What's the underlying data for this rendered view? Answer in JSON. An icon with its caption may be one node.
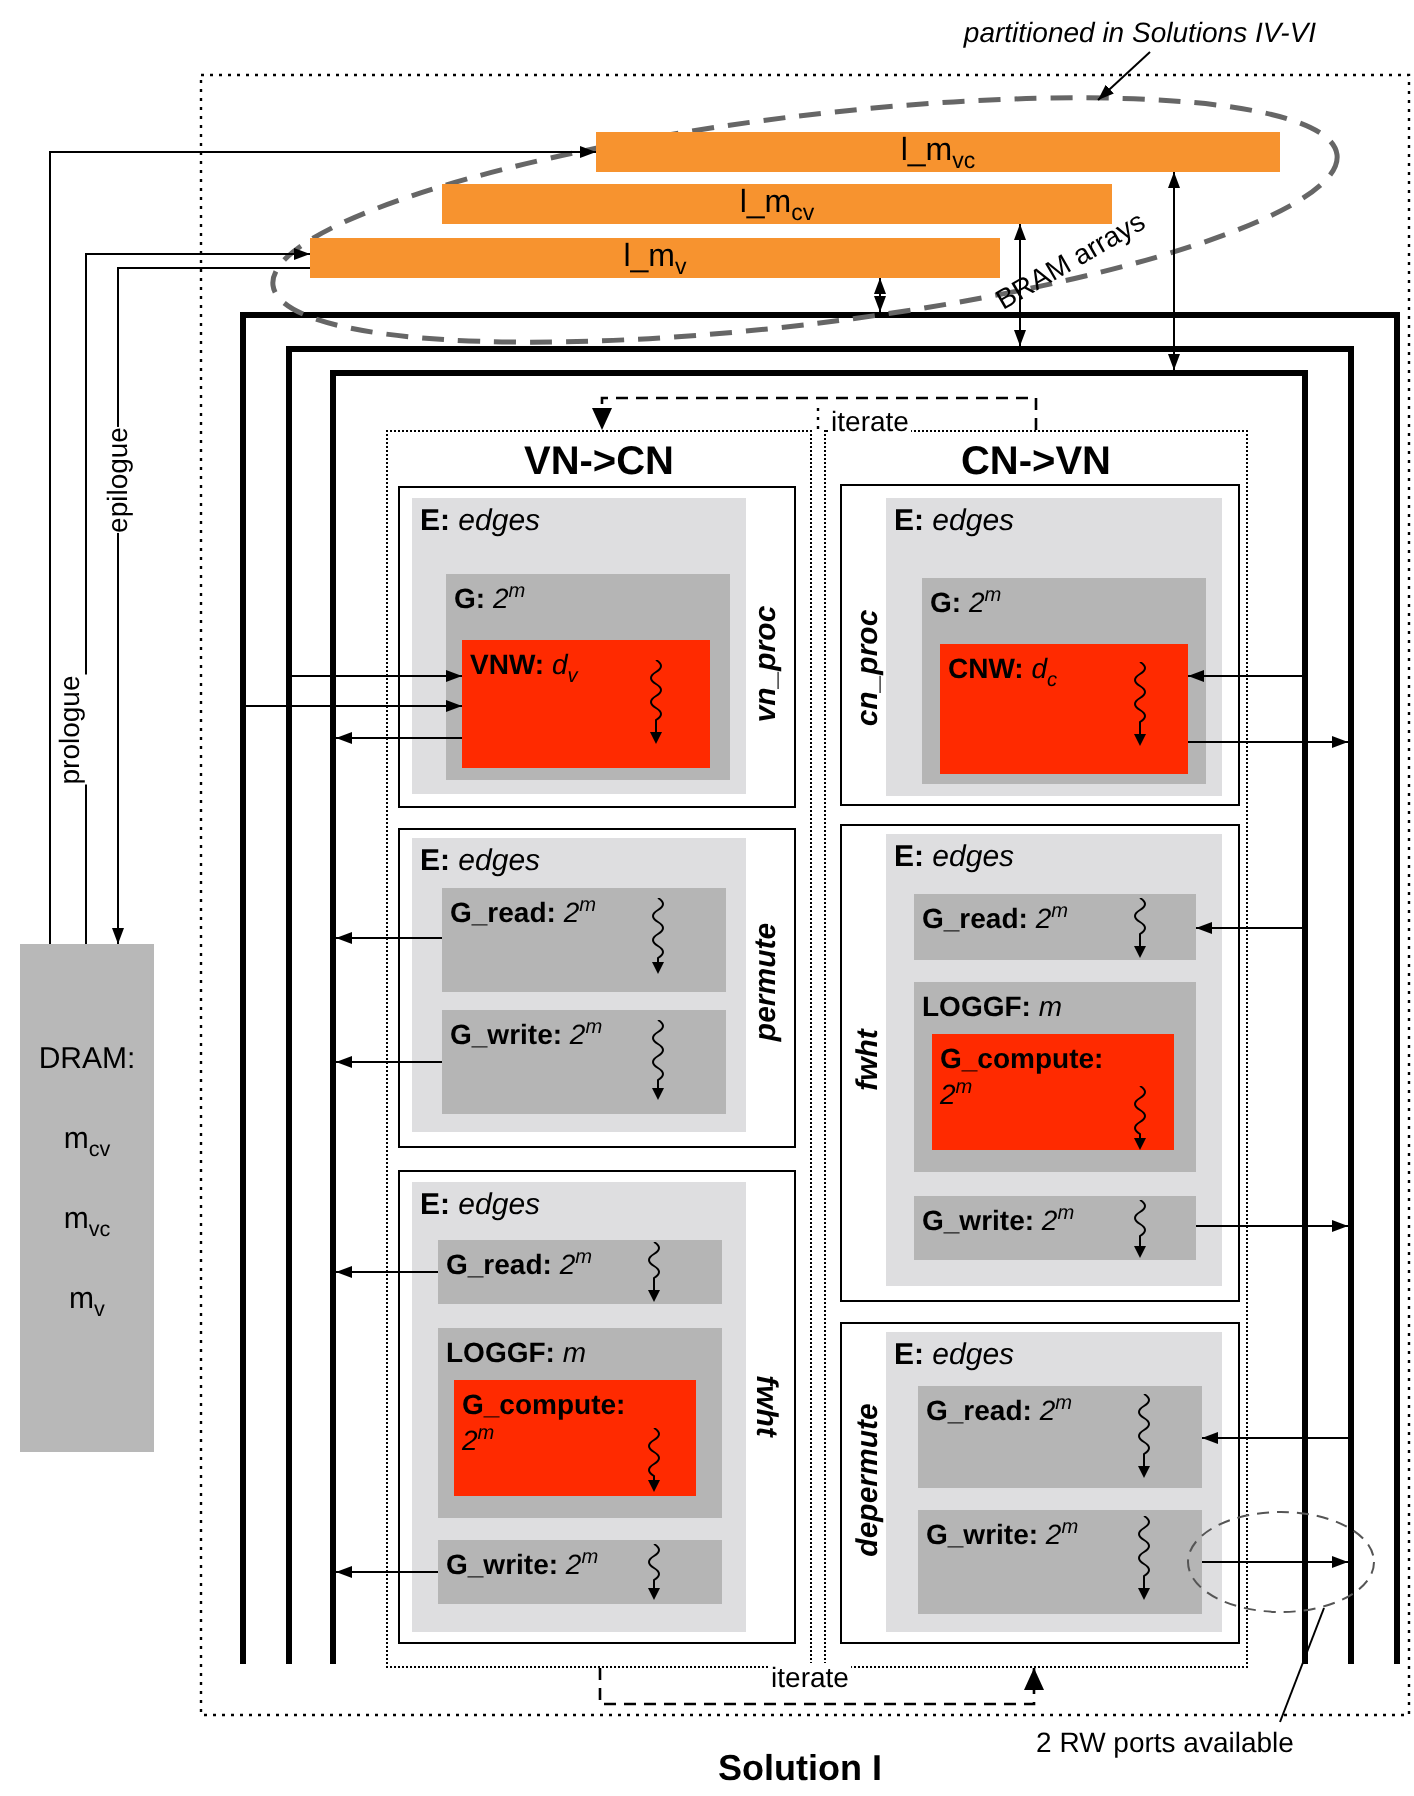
{
  "diagram": {
    "title": "Solution I",
    "nodes": [
      {
        "text": [
          "l_m$_{vc}$"
        ]
      },
      {
        "text": [
          "l_m$_{cv}$"
        ]
      },
      {
        "text": [
          "l_m$_{v}$"
        ]
      },
      {
        "text": [
          "partitioned in Solutions IV-VI"
        ]
      },
      {
        "text": [
          "DRAM:",
          "m$_{cv}$",
          "m$_{vc}$",
          "m$_{v}$"
        ]
      },
      {
        "text": [
          "VN->CN"
        ]
      },
      {
        "text": [
          "vn_proc"
        ],
        "in": 5
      },
      {
        "text": [
          "**E:** *edges*"
        ],
        "in": 6
      },
      {
        "text": [
          "**G:** *2*$^{m}$"
        ],
        "in": 7
      },
      {
        "text": [
          "**VNW:** *d*$_{v}$"
        ],
        "in": 8
      },
      {
        "text": [
          "permute"
        ],
        "in": 5
      },
      {
        "text": [
          "**E:** *edges*"
        ],
        "in": 10
      },
      {
        "text": [
          "**G_read:** *2*$^{m}$"
        ],
        "in": 11
      },
      {
        "text": [
          "**G_write:** *2*$^{m}$"
        ],
        "in": 11
      },
      {
        "text": [
          "fwht"
        ],
        "in": 5
      },
      {
        "text": [
          "**E:** *edges*"
        ],
        "in": 14
      },
      {
        "text": [
          "**G_read:** *2*$^{m}$"
        ],
        "in": 15
      },
      {
        "text": [
          "**LOGGF:** *m*"
        ],
        "in": 15
      },
      {
        "text": [
          "**G_compute:** *2*$^{m}$"
        ],
        "in": 17
      },
      {
        "text": [
          "**G_write:** *2*$^{m}$"
        ],
        "in": 15
      },
      {
        "text": [
          "CN->VN"
        ]
      },
      {
        "text": [
          "cn_proc"
        ],
        "in": 20
      },
      {
        "text": [
          "**E:** *edges*"
        ],
        "in": 21
      },
      {
        "text": [
          "**G:** *2*$^{m}$"
        ],
        "in": 22
      },
      {
        "text": [
          "**CNW:** *d*$_{c}$"
        ],
        "in": 23
      },
      {
        "text": [
          "fwht"
        ],
        "in": 20
      },
      {
        "text": [
          "**E:** *edges*"
        ],
        "in": 25
      },
      {
        "text": [
          "**G_read:** *2*$^{m}$"
        ],
        "in": 26
      },
      {
        "text": [
          "**LOGGF:** *m*"
        ],
        "in": 26
      },
      {
        "text": [
          "**G_compute:** *2*$^{m}$"
        ],
        "in": 28
      },
      {
        "text": [
          "**G_write:** *2*$^{m}$"
        ],
        "in": 26
      },
      {
        "text": [
          "depermute"
        ],
        "in": 20
      },
      {
        "text": [
          "**E:** *edges*"
        ],
        "in": 31
      },
      {
        "text": [
          "**G_read:** *2*$^{m}$"
        ],
        "in": 32
      },
      {
        "text": [
          "**G_write:** *2*$^{m}$"
        ],
        "in": 32
      },
      {
        "text": [
          "2 RW ports available"
        ]
      }
    ],
    "edges": [
      {
        "from": 4,
        "to": 0,
        "arrow": "to"
      },
      {
        "from": 4,
        "to": 2,
        "arrow": "to",
        "label": "prologue"
      },
      {
        "from": 2,
        "to": 4,
        "arrow": "to",
        "label": "epilogue"
      },
      {
        "from": 2,
        "to": null,
        "arrow": "both"
      },
      {
        "from": 1,
        "to": null,
        "arrow": "both"
      },
      {
        "from": 0,
        "to": null,
        "arrow": "both"
      },
      {
        "from": null,
        "to": 9,
        "arrow": "to"
      },
      {
        "from": null,
        "to": 9,
        "arrow": "to"
      },
      {
        "from": 9,
        "to": null,
        "arrow": "to"
      },
      {
        "from": 12,
        "to": null,
        "arrow": "to"
      },
      {
        "from": 13,
        "to": null,
        "arrow": "to"
      },
      {
        "from": 16,
        "to": null,
        "arrow": "to"
      },
      {
        "from": 19,
        "to": null,
        "arrow": "to"
      },
      {
        "from": null,
        "to": 24,
        "arrow": "to"
      },
      {
        "from": 24,
        "to": null,
        "arrow": "to"
      },
      {
        "from": null,
        "to": 27,
        "arrow": "to"
      },
      {
        "from": 30,
        "to": null,
        "arrow": "to"
      },
      {
        "from": null,
        "to": 33,
        "arrow": "to"
      },
      {
        "from": 34,
        "to": null,
        "arrow": "to"
      },
      {
        "from": 20,
        "to": 5,
        "arrow": "to",
        "label": "iterate",
        "style": "dashed"
      },
      {
        "from": 5,
        "to": 20,
        "arrow": "to",
        "label": "iterate",
        "style": "dashed"
      },
      {
        "from": 35,
        "to": null,
        "arrow": "none"
      },
      {
        "from": 3,
        "to": null,
        "arrow": "to"
      }
    ],
    "labels": [
      "BRAM arrays"
    ]
  }
}
